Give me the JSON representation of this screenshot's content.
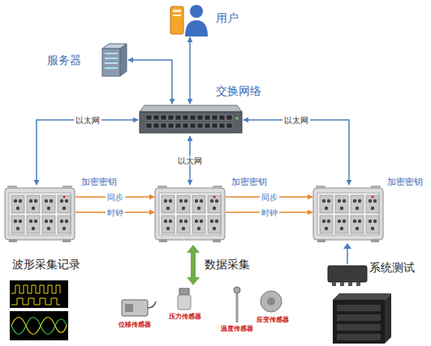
{
  "diagram": {
    "nodes": [
      {
        "text": [
          "用户"
        ]
      },
      {
        "text": [
          "服务器"
        ]
      },
      {
        "text": [
          "交换网络"
        ]
      },
      {
        "text": [
          "加密密钥",
          "波形采集记录"
        ]
      },
      {
        "text": [
          "加密密钥"
        ]
      },
      {
        "text": [
          "加密密钥",
          "系统测试"
        ]
      }
    ],
    "edges": [
      {
        "from": 0,
        "to": 2,
        "arrow": "both"
      },
      {
        "from": 1,
        "to": 2,
        "arrow": "both"
      },
      {
        "from": 2,
        "to": 3,
        "label": "以太网",
        "arrow": "both"
      },
      {
        "from": 2,
        "to": 4,
        "label": "以太网",
        "arrow": "both"
      },
      {
        "from": 2,
        "to": 5,
        "label": "以太网",
        "arrow": "both"
      },
      {
        "from": 3,
        "to": 4,
        "label": "同步",
        "arrow": "to"
      },
      {
        "from": 3,
        "to": 4,
        "label": "时钟",
        "arrow": "to"
      },
      {
        "from": 4,
        "to": 5,
        "label": "同步",
        "arrow": "to"
      },
      {
        "from": 4,
        "to": 5,
        "label": "时钟",
        "arrow": "to"
      }
    ],
    "labels": [
      "数据采集",
      "位移传感器",
      "压力传感器",
      "温度传感器",
      "应变传感器"
    ]
  }
}
